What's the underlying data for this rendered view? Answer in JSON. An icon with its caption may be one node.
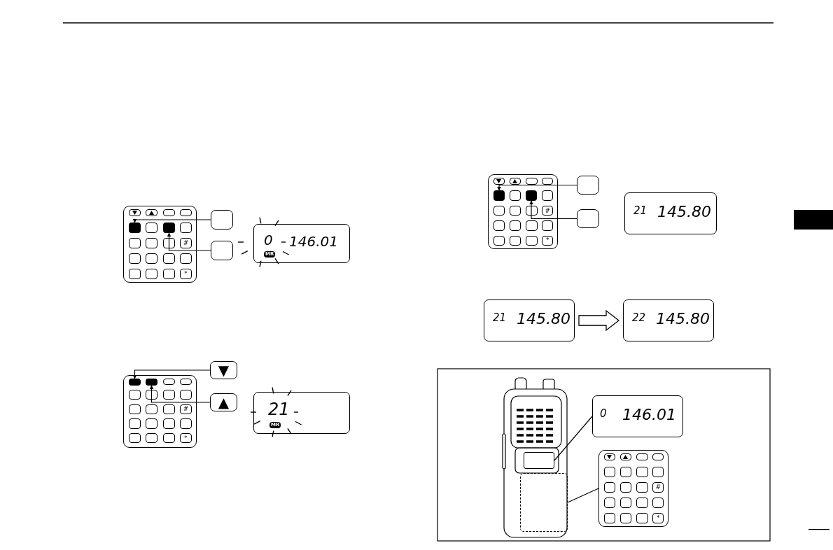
{
  "diagram": {
    "nodes": [
      {
        "text": [],
        "shape": "box"
      },
      {
        "text": [],
        "shape": "box",
        "in": 0
      },
      {
        "text": [],
        "shape": "box",
        "in": 0
      },
      {
        "text": [],
        "shape": "box"
      },
      {
        "text": [],
        "shape": "box"
      },
      {
        "text": [
          "0",
          "146.01",
          "MR"
        ]
      },
      {
        "text": [],
        "shape": "box"
      },
      {
        "text": [],
        "shape": "box",
        "in": 6
      },
      {
        "text": [],
        "shape": "box",
        "in": 6
      },
      {
        "text": [
          "▼"
        ]
      },
      {
        "text": [
          "▲"
        ]
      },
      {
        "text": [
          "21",
          "MR"
        ]
      },
      {
        "text": [],
        "shape": "box"
      },
      {
        "text": [],
        "shape": "box",
        "in": 12
      },
      {
        "text": [],
        "shape": "box",
        "in": 12
      },
      {
        "text": [],
        "shape": "box"
      },
      {
        "text": [],
        "shape": "box"
      },
      {
        "text": [
          "21",
          "145.80"
        ]
      },
      {
        "text": [
          "21",
          "145.80"
        ]
      },
      {
        "text": [
          "22",
          "145.80"
        ]
      },
      {
        "text": [],
        "shape": "picture"
      },
      {
        "text": [],
        "shape": "box",
        "in": 20
      },
      {
        "text": [],
        "shape": "box",
        "in": 20
      },
      {
        "text": [
          "0",
          "146.01"
        ]
      },
      {
        "text": [],
        "shape": "box"
      }
    ],
    "edges": [
      {
        "from": 3,
        "to": 1,
        "arrow": "to"
      },
      {
        "from": 4,
        "to": 2,
        "arrow": "to"
      },
      {
        "from": 9,
        "to": 7,
        "arrow": "to"
      },
      {
        "from": 10,
        "to": 8,
        "arrow": "to"
      },
      {
        "from": 15,
        "to": 13,
        "arrow": "to"
      },
      {
        "from": 16,
        "to": 14,
        "arrow": "to"
      },
      {
        "from": 18,
        "to": 19,
        "arrow": "to",
        "style": "thick"
      },
      {
        "from": 21,
        "to": 23,
        "arrow": "none"
      },
      {
        "from": 22,
        "to": 24,
        "arrow": "none"
      }
    ],
    "labels": [
      "#",
      "*",
      "#",
      "*",
      "#",
      "*",
      "#",
      "*"
    ]
  }
}
